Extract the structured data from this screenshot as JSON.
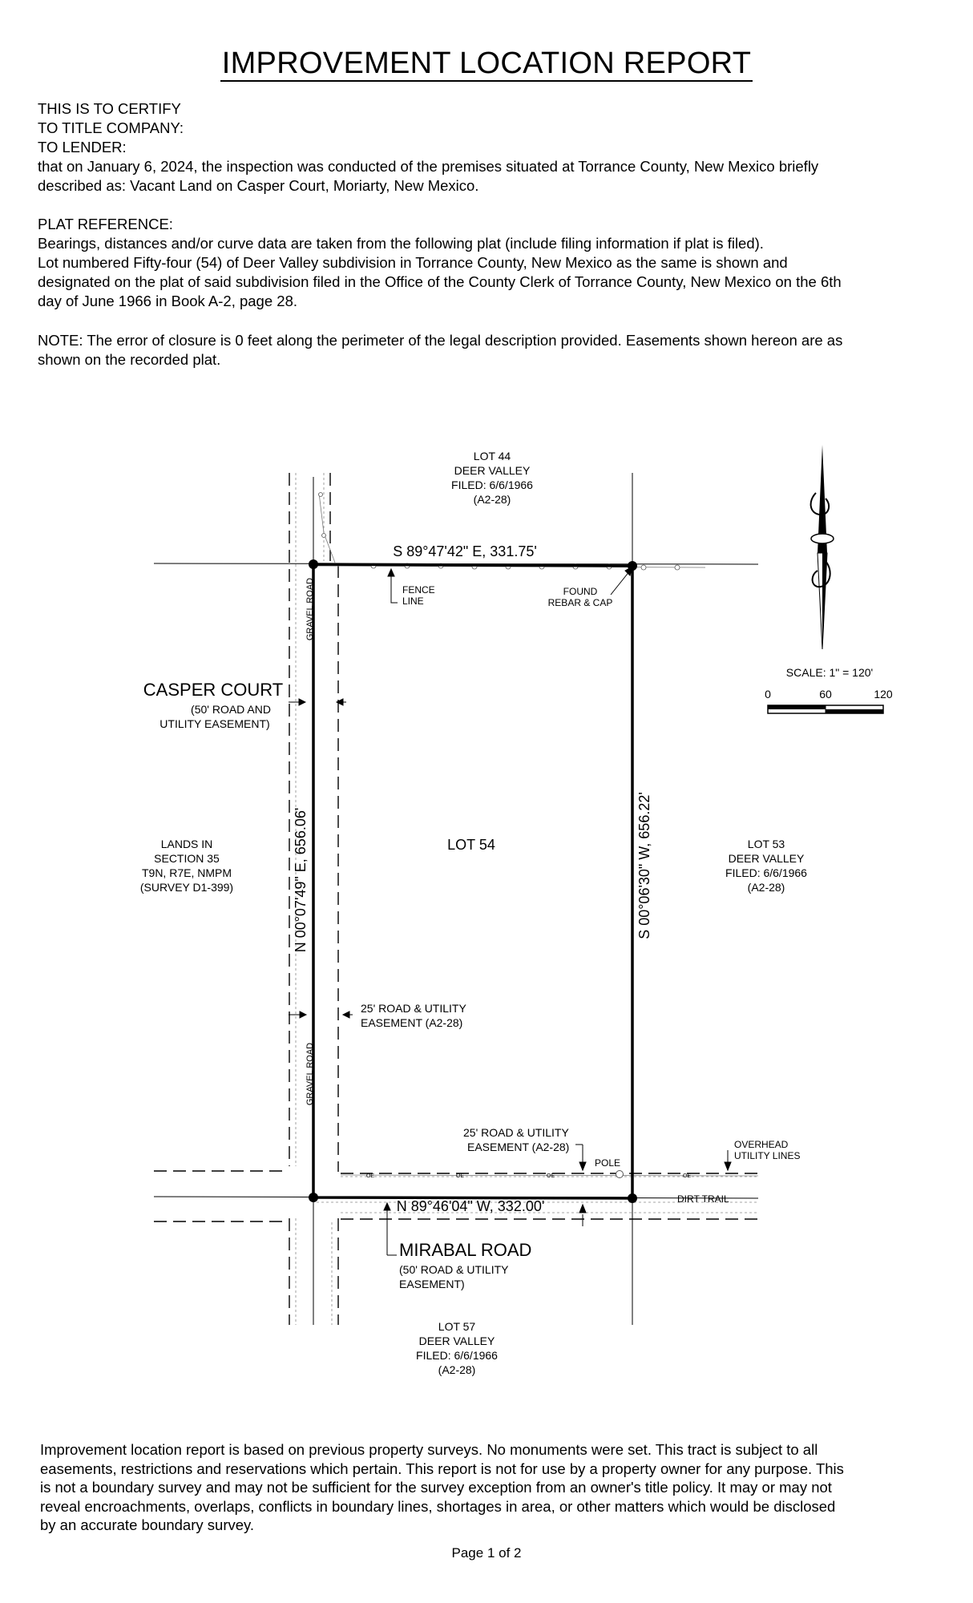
{
  "title": "IMPROVEMENT LOCATION REPORT",
  "certify": {
    "line1": "THIS IS TO CERTIFY",
    "line2": "TO TITLE COMPANY:",
    "line3": "TO LENDER:",
    "line4": "that on January 6, 2024, the inspection was conducted of the premises situated at Torrance County, New Mexico briefly",
    "line5": "described as: Vacant Land on Casper Court, Moriarty, New Mexico."
  },
  "plat_reference": {
    "heading": "PLAT REFERENCE:",
    "line1": "Bearings, distances and/or curve data are taken from the following plat (include filing information if plat is filed).",
    "line2": "Lot numbered Fifty-four (54) of Deer Valley subdivision in Torrance County, New Mexico as the same is shown and",
    "line3": "designated on the plat of said subdivision filed in the Office of the County Clerk of Torrance County, New Mexico on the 6th",
    "line4": "day of June 1966 in Book A-2, page 28."
  },
  "note": {
    "line1": "NOTE: The error of closure is 0 feet along the perimeter of the legal description provided. Easements shown hereon are as",
    "line2": "shown on the recorded plat."
  },
  "plat": {
    "lot44": [
      "LOT 44",
      "DEER VALLEY",
      "FILED: 6/6/1966",
      "(A2-28)"
    ],
    "lot53": [
      "LOT 53",
      "DEER VALLEY",
      "FILED: 6/6/1966",
      "(A2-28)"
    ],
    "lot57": [
      "LOT 57",
      "DEER VALLEY",
      "FILED: 6/6/1966",
      "(A2-28)"
    ],
    "lands": [
      "LANDS IN",
      "SECTION 35",
      "T9N, R7E, NMPM",
      "(SURVEY D1-399)"
    ],
    "lot54": "LOT 54",
    "north_bearing": "S 89°47'42\" E, 331.75'",
    "east_bearing": "S 00°06'30\" W, 656.22'",
    "south_bearing": "N 89°46'04\" W, 332.00'",
    "west_bearing": "N 00°07'49\" E, 656.06'",
    "fence": [
      "FENCE",
      "LINE"
    ],
    "found": [
      "FOUND",
      "REBAR & CAP"
    ],
    "casper_court": "CASPER COURT",
    "casper_easement": [
      "(50' ROAD AND",
      "UTILITY EASEMENT)"
    ],
    "gravel_road": "GRAVEL ROAD",
    "west_easement": [
      "25' ROAD & UTILITY",
      "EASEMENT (A2-28)"
    ],
    "south_easement": [
      "25' ROAD & UTILITY",
      "EASEMENT (A2-28)"
    ],
    "pole": "POLE",
    "overhead": [
      "OVERHEAD",
      "UTILITY LINES"
    ],
    "dirt_trail": "DIRT TRAIL",
    "oe": "OE",
    "mirabal_road": "MIRABAL ROAD",
    "mirabal_easement": [
      "(50' ROAD & UTILITY",
      "EASEMENT)"
    ],
    "scale_label": "SCALE: 1\" = 120'",
    "scale_ticks": [
      "0",
      "60",
      "120"
    ]
  },
  "footer": {
    "line1": "Improvement location report is based on previous property surveys. No monuments were set. This tract is subject to all",
    "line2": "easements, restrictions and reservations which pertain. This report is not for use by a property owner for any purpose. This",
    "line3": "is not a boundary survey and may not be sufficient for the survey exception from an owner's title policy. It may or may not",
    "line4": "reveal encroachments, overlaps, conflicts in boundary lines, shortages in area, or other matters which would be disclosed",
    "line5": "by an accurate boundary survey."
  },
  "page": "Page 1 of 2"
}
